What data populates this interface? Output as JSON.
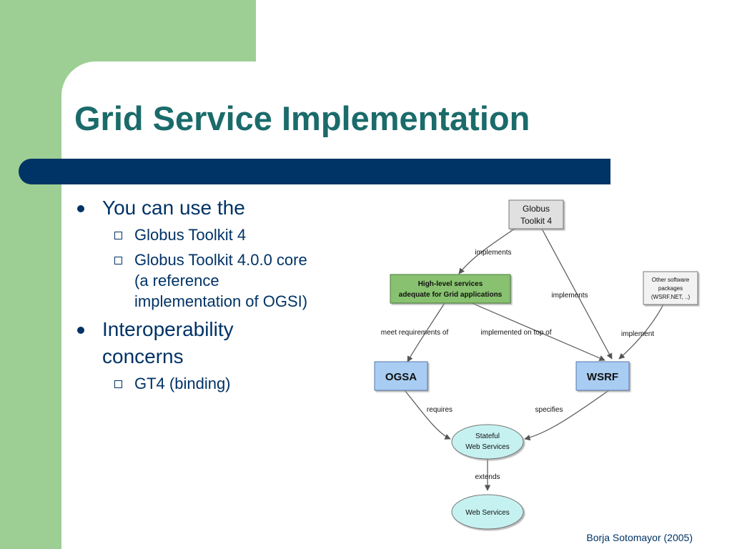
{
  "slide": {
    "title": "Grid Service Implementation",
    "footer": "Borja Sotomayor (2005)"
  },
  "bullets": [
    {
      "text": "You can use the",
      "sub": [
        "Globus Toolkit 4",
        "Globus Toolkit 4.0.0 core\n(a reference\nimplementation of OGSI)"
      ]
    },
    {
      "text": "Interoperability\nconcerns",
      "sub": [
        "GT4 (binding)"
      ]
    }
  ],
  "diagram": {
    "nodes": {
      "globus": [
        "Globus",
        "Toolkit 4"
      ],
      "highlevel": [
        "High-level services",
        "adequate for Grid applications"
      ],
      "other": [
        "Other software",
        "packages",
        "(WSRF.NET, ..)"
      ],
      "ogsa": "OGSA",
      "wsrf": "WSRF",
      "stateful": [
        "Stateful",
        "Web Services"
      ],
      "webservices": "Web Services"
    },
    "edges": {
      "implements_1": "implements",
      "implements_2": "implements",
      "implement": "implement",
      "meet": "meet requirements of",
      "implemented_on": "implemented on top of",
      "requires": "requires",
      "specifies": "specifies",
      "extends": "extends"
    },
    "colors": {
      "globus_fill": "#e0e0e0",
      "highlevel_fill": "#88c270",
      "spec_fill": "#a9cdf2",
      "ellipse_fill": "#c6f1f1",
      "stroke": "#555555",
      "text": "#111111"
    }
  }
}
